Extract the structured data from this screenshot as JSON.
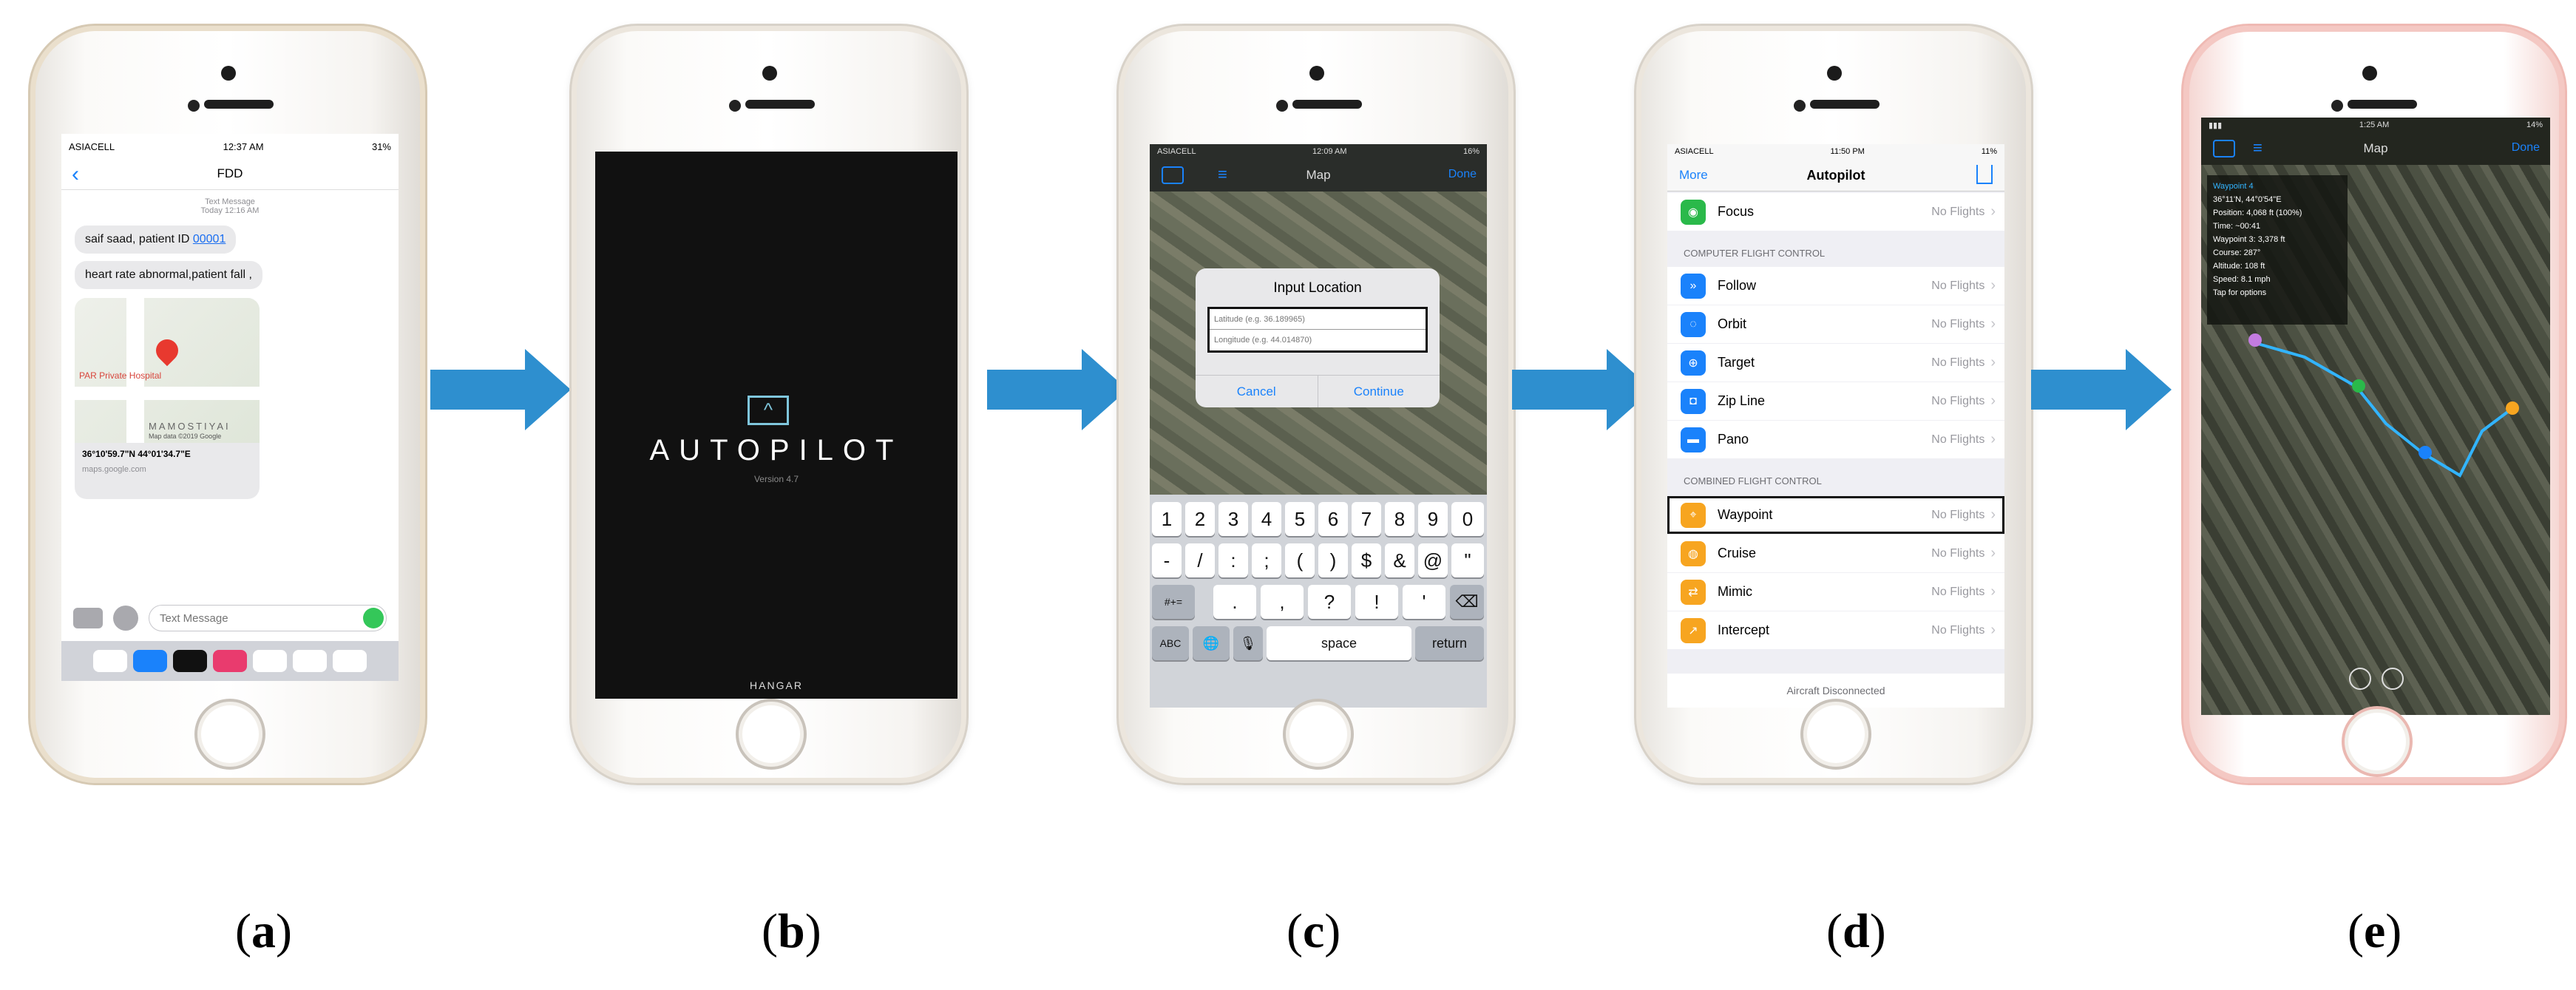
{
  "a": {
    "carrier": "ASIACELL",
    "time": "12:37 AM",
    "battery": "31%",
    "contact": "FDD",
    "meta": "Text Message",
    "meta2": "Today 12:16 AM",
    "msg1_prefix": "saif saad, patient ID ",
    "msg1_id": "00001",
    "msg2": "heart rate abnormal,patient fall ,",
    "map_label": "PAR Private Hospital",
    "map_area": "MAMOSTIYAI",
    "map_credit": "Map data ©2019 Google",
    "coords": "36°10'59.7\"N 44°01'34.7\"E",
    "link": "maps.google.com",
    "input_placeholder": "Text Message"
  },
  "b": {
    "brand_icon": "^",
    "brand": "AUTOPILOT",
    "version": "Version 4.7",
    "hangar": "HANGAR"
  },
  "c": {
    "carrier": "ASIACELL",
    "time": "12:09 AM",
    "battery": "16%",
    "title": "Map",
    "done": "Done",
    "dialog_title": "Input Location",
    "lat_placeholder": "Latitude (e.g. 36.189965)",
    "lon_placeholder": "Longitude (e.g. 44.014870)",
    "cancel": "Cancel",
    "continue": "Continue",
    "k1": "1",
    "k2": "2",
    "k3": "3",
    "k4": "4",
    "k5": "5",
    "k6": "6",
    "k7": "7",
    "k8": "8",
    "k9": "9",
    "k0": "0",
    "s1": "-",
    "s2": "/",
    "s3": ":",
    "s4": ";",
    "s5": "(",
    "s6": ")",
    "s7": "$",
    "s8": "&",
    "s9": "@",
    "s10": "\"",
    "t0": "#+=",
    "t1": ".",
    "t2": ",",
    "t3": "?",
    "t4": "!",
    "t5": "'",
    "t6": "⌫",
    "abc": "ABC",
    "globe": "🌐",
    "mic": "🎙",
    "space": "space",
    "return": "return"
  },
  "d": {
    "carrier": "ASIACELL",
    "time": "11:50 PM",
    "battery": "11%",
    "more": "More",
    "title": "Autopilot",
    "focus": "Focus",
    "sec1": "COMPUTER FLIGHT CONTROL",
    "follow": "Follow",
    "orbit": "Orbit",
    "target": "Target",
    "zipline": "Zip Line",
    "pano": "Pano",
    "sec2": "COMBINED FLIGHT CONTROL",
    "waypoint": "Waypoint",
    "cruise": "Cruise",
    "mimic": "Mimic",
    "intercept": "Intercept",
    "status": "No Flights",
    "footer": "Aircraft Disconnected"
  },
  "e": {
    "time": "1:25 AM",
    "battery": "14%",
    "title": "Map",
    "done": "Done",
    "info_title": "Waypoint 4",
    "info1": "36°11'N, 44°0'54\"E",
    "info2": "Position: 4,068 ft (100%)",
    "info3": "Time: ~00:41",
    "info4": "Waypoint 3: 3,378 ft",
    "info5": "Course: 287°",
    "info6": "Altitude: 108 ft",
    "info7": "Speed: 8.1 mph",
    "info8": "Tap for options"
  },
  "captions": {
    "a": "a",
    "b": "b",
    "c": "c",
    "d": "d",
    "e": "e"
  },
  "colors": {
    "arrow": "#2e8fcf",
    "ios_blue": "#1a82fb"
  }
}
